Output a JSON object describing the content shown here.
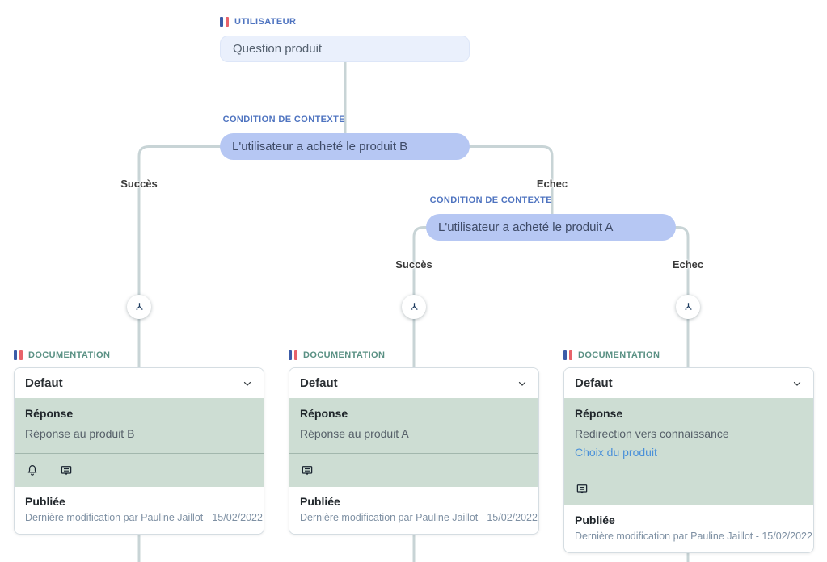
{
  "flow": {
    "user": {
      "label": "UTILISATEUR",
      "message": "Question produit"
    },
    "condition_heading": "CONDITION DE CONTEXTE",
    "conditions": [
      "L'utilisateur a acheté le produit B",
      "L'utilisateur a acheté le produit A"
    ],
    "labels": {
      "success": "Succès",
      "failure": "Echec"
    }
  },
  "documentation_heading": "DOCUMENTATION",
  "cards": [
    {
      "selected_option": "Defaut",
      "response_title": "Réponse",
      "response_text": "Réponse au produit B",
      "icons": [
        "bell-icon",
        "comment-icon"
      ],
      "status": "Publiée",
      "last_modified": "Dernière modification par Pauline Jaillot - 15/02/2022"
    },
    {
      "selected_option": "Defaut",
      "response_title": "Réponse",
      "response_text": "Réponse au produit A",
      "icons": [
        "comment-icon"
      ],
      "status": "Publiée",
      "last_modified": "Dernière modification par Pauline Jaillot - 15/02/2022"
    },
    {
      "selected_option": "Defaut",
      "response_title": "Réponse",
      "response_text": "Redirection vers connaissance",
      "link_text": "Choix du produit",
      "icons": [
        "comment-icon"
      ],
      "status": "Publiée",
      "last_modified": "Dernière modification par Pauline Jaillot - 15/02/2022"
    }
  ],
  "colors": {
    "accent_blue": "#4f74c0",
    "condition_pill": "#b6c7f3",
    "user_pill": "#eaf0fc",
    "connector": "#c8d4d6",
    "doc_green": "#cdddd3",
    "doc_heading_green": "#5a9184",
    "link_blue": "#4a90d9",
    "flag_blue": "#3c5ca8",
    "flag_red": "#e8636a"
  }
}
